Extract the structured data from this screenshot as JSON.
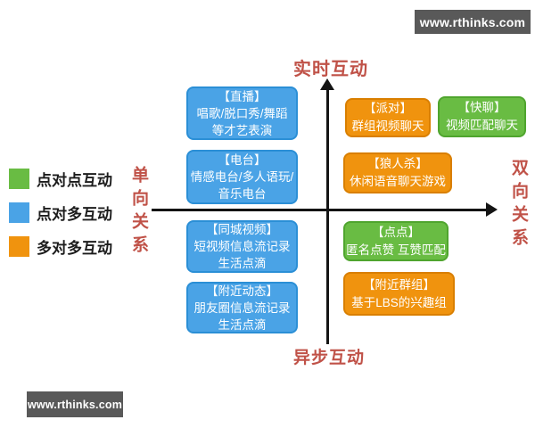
{
  "watermarks": {
    "top": "www.rthinks.com",
    "bottom": "www.rthinks.com"
  },
  "colors": {
    "blue": "#4AA3E6",
    "green": "#69BC43",
    "orange": "#F0930E",
    "axis_label_red": "#C05248",
    "axis_black": "#141414",
    "watermark_bg": "#595959"
  },
  "axes": {
    "top_label": "实时互动",
    "bottom_label": "异步互动",
    "left_label": "单向关系",
    "right_label": "双向关系"
  },
  "legend": {
    "items": [
      {
        "color": "green",
        "label": "点对点互动"
      },
      {
        "color": "blue",
        "label": "点对多互动"
      },
      {
        "color": "orange",
        "label": "多对多互动"
      }
    ]
  },
  "boxes": [
    {
      "color": "blue",
      "lines": [
        "【直播】",
        "唱歌/脱口秀/舞蹈",
        "等才艺表演"
      ]
    },
    {
      "color": "blue",
      "lines": [
        "【电台】",
        "情感电台/多人语玩/",
        "音乐电台"
      ]
    },
    {
      "color": "blue",
      "lines": [
        "【同城视频】",
        "短视频信息流记录",
        "生活点滴"
      ]
    },
    {
      "color": "blue",
      "lines": [
        "【附近动态】",
        "朋友圈信息流记录",
        "生活点滴"
      ]
    },
    {
      "color": "orange",
      "lines": [
        "【派对】",
        "群组视频聊天"
      ]
    },
    {
      "color": "green",
      "lines": [
        "【快聊】",
        "视频匹配聊天"
      ]
    },
    {
      "color": "orange",
      "lines": [
        "【狼人杀】",
        "休闲语音聊天游戏"
      ]
    },
    {
      "color": "green",
      "lines": [
        "【点点】",
        "匿名点赞 互赞匹配"
      ]
    },
    {
      "color": "orange",
      "lines": [
        "【附近群组】",
        "基于LBS的兴趣组"
      ]
    }
  ]
}
